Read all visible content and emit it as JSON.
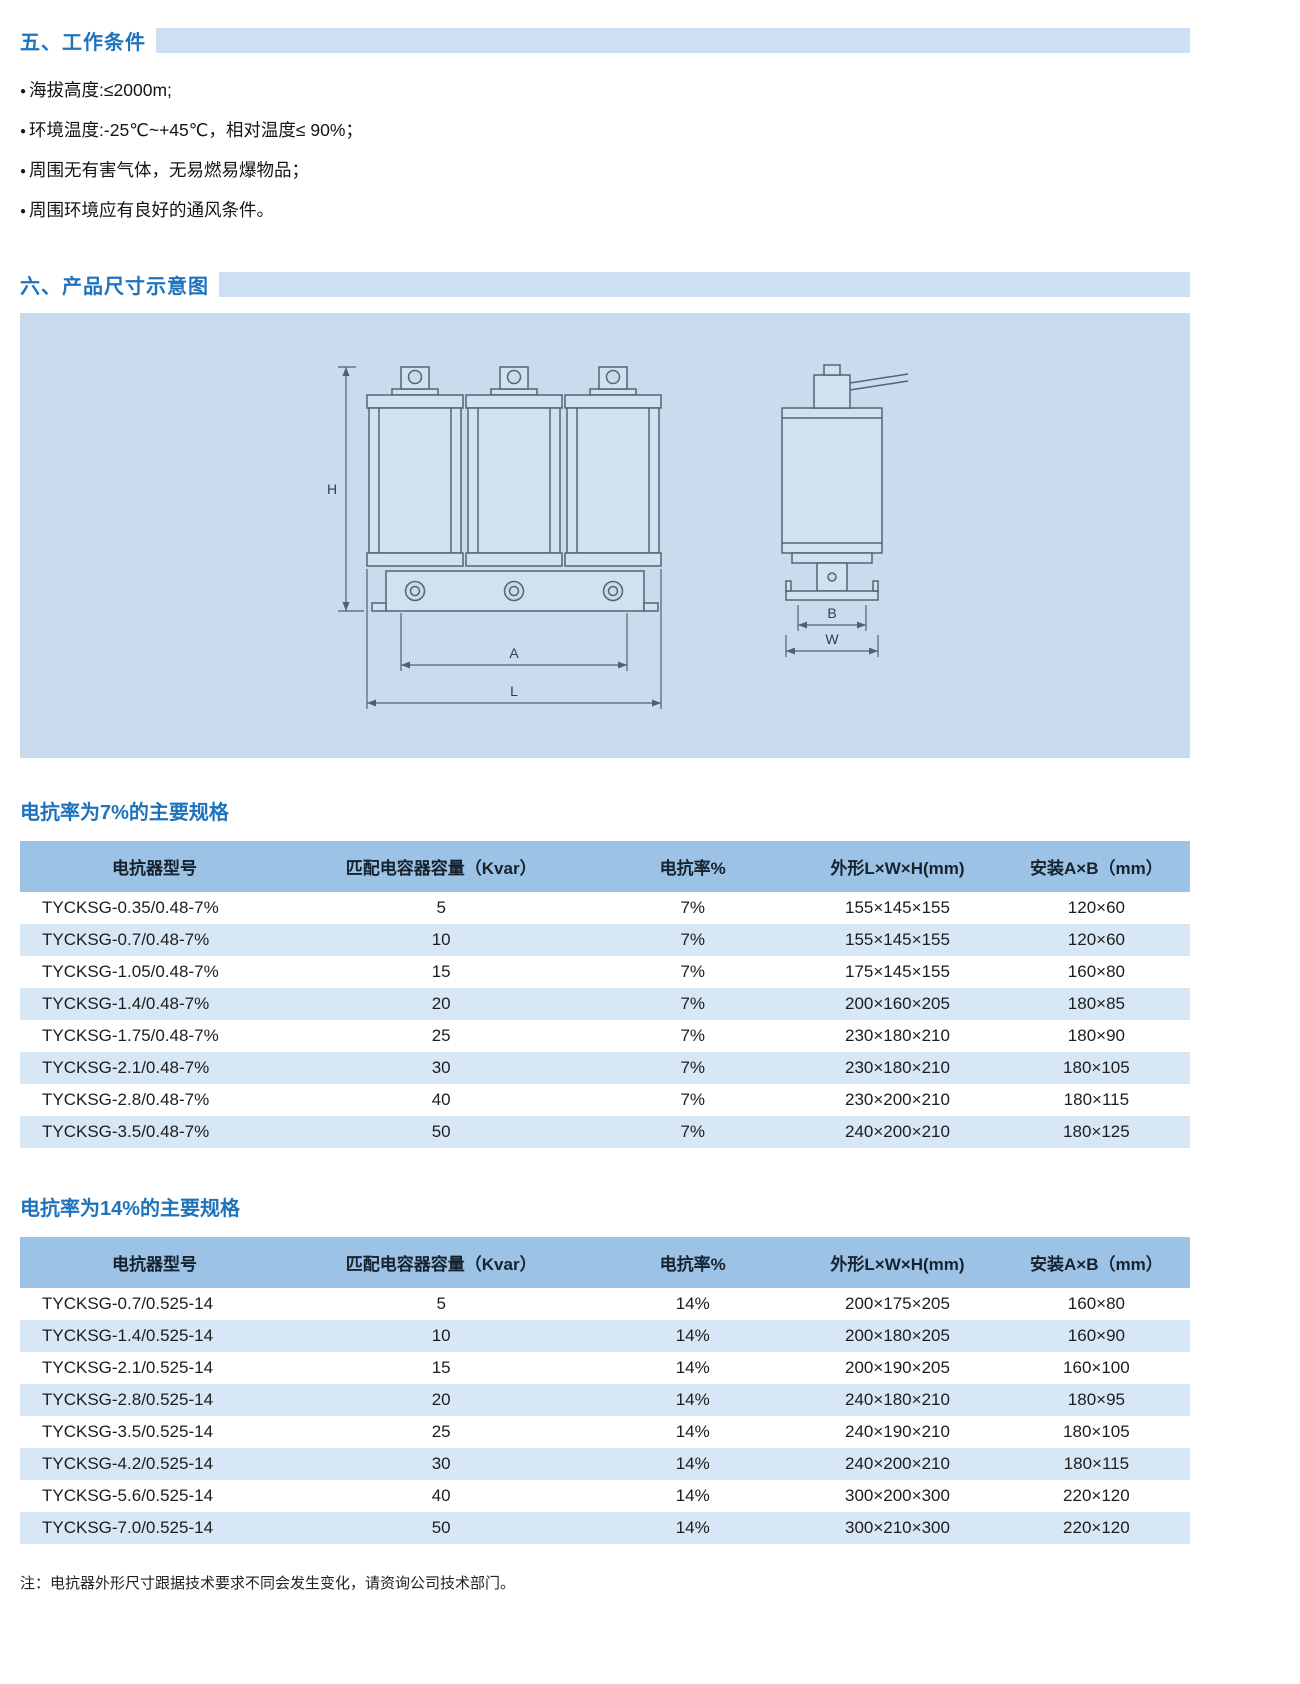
{
  "colors": {
    "accent_blue": "#1e73bc",
    "section_bar": "#cde0f3",
    "diagram_panel": "#c9dcee",
    "table_header": "#9cc3e6",
    "row_stripe": "#d8e7f5"
  },
  "section5": {
    "title": "五、工作条件",
    "bullets": [
      "海拔高度:≤2000m;",
      "环境温度:-25℃~+45℃，相对温度≤ 90%；",
      "周围无有害气体，无易燃易爆物品；",
      "周围环境应有良好的通风条件。"
    ]
  },
  "section6": {
    "title": "六、产品尺寸示意图",
    "labels": {
      "H": "H",
      "A": "A",
      "L": "L",
      "B": "B",
      "W": "W"
    }
  },
  "table7": {
    "title": "电抗率为7%的主要规格",
    "headers": [
      "电抗器型号",
      "匹配电容器容量（Kvar）",
      "电抗率%",
      "外形L×W×H(mm)",
      "安装A×B（mm）"
    ],
    "rows": [
      [
        "TYCKSG-0.35/0.48-7%",
        "5",
        "7%",
        "155×145×155",
        "120×60"
      ],
      [
        "TYCKSG-0.7/0.48-7%",
        "10",
        "7%",
        "155×145×155",
        "120×60"
      ],
      [
        "TYCKSG-1.05/0.48-7%",
        "15",
        "7%",
        "175×145×155",
        "160×80"
      ],
      [
        "TYCKSG-1.4/0.48-7%",
        "20",
        "7%",
        "200×160×205",
        "180×85"
      ],
      [
        "TYCKSG-1.75/0.48-7%",
        "25",
        "7%",
        "230×180×210",
        "180×90"
      ],
      [
        "TYCKSG-2.1/0.48-7%",
        "30",
        "7%",
        "230×180×210",
        "180×105"
      ],
      [
        "TYCKSG-2.8/0.48-7%",
        "40",
        "7%",
        "230×200×210",
        "180×115"
      ],
      [
        "TYCKSG-3.5/0.48-7%",
        "50",
        "7%",
        "240×200×210",
        "180×125"
      ]
    ]
  },
  "table14": {
    "title": "电抗率为14%的主要规格",
    "headers": [
      "电抗器型号",
      "匹配电容器容量（Kvar）",
      "电抗率%",
      "外形L×W×H(mm)",
      "安装A×B（mm）"
    ],
    "rows": [
      [
        "TYCKSG-0.7/0.525-14",
        "5",
        "14%",
        "200×175×205",
        "160×80"
      ],
      [
        "TYCKSG-1.4/0.525-14",
        "10",
        "14%",
        "200×180×205",
        "160×90"
      ],
      [
        "TYCKSG-2.1/0.525-14",
        "15",
        "14%",
        "200×190×205",
        "160×100"
      ],
      [
        "TYCKSG-2.8/0.525-14",
        "20",
        "14%",
        "240×180×210",
        "180×95"
      ],
      [
        "TYCKSG-3.5/0.525-14",
        "25",
        "14%",
        "240×190×210",
        "180×105"
      ],
      [
        "TYCKSG-4.2/0.525-14",
        "30",
        "14%",
        "240×200×210",
        "180×115"
      ],
      [
        "TYCKSG-5.6/0.525-14",
        "40",
        "14%",
        "300×200×300",
        "220×120"
      ],
      [
        "TYCKSG-7.0/0.525-14",
        "50",
        "14%",
        "300×210×300",
        "220×120"
      ]
    ]
  },
  "footnote": "注：电抗器外形尺寸跟据技术要求不同会发生变化，请资询公司技术部门。"
}
